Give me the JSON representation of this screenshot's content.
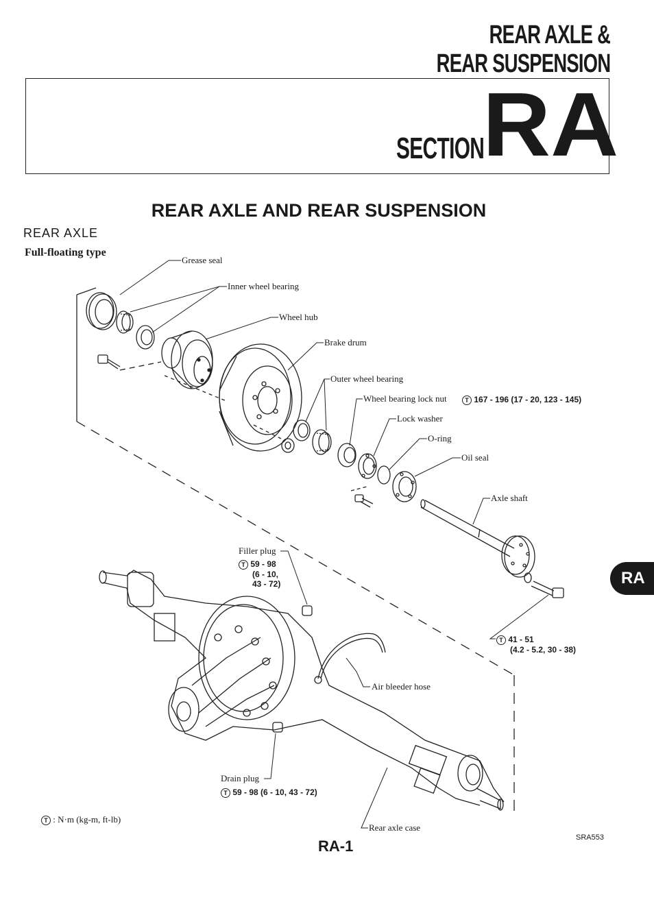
{
  "header": {
    "title_line1": "REAR AXLE &",
    "title_line2": "REAR SUSPENSION",
    "section_word": "SECTION",
    "section_code": "RA"
  },
  "main_title": "REAR AXLE AND REAR SUSPENSION",
  "subheading": "REAR AXLE",
  "subsubheading": "Full-floating type",
  "labels": {
    "grease_seal": "Grease seal",
    "inner_wheel_bearing": "Inner wheel bearing",
    "wheel_hub": "Wheel hub",
    "brake_drum": "Brake drum",
    "outer_wheel_bearing": "Outer wheel bearing",
    "wheel_bearing_lock_nut": "Wheel bearing lock nut",
    "lock_washer": "Lock washer",
    "o_ring": "O-ring",
    "oil_seal": "Oil seal",
    "axle_shaft": "Axle shaft",
    "filler_plug": "Filler plug",
    "air_bleeder_hose": "Air bleeder hose",
    "drain_plug": "Drain plug",
    "rear_axle_case": "Rear axle case"
  },
  "torque_symbol": "T",
  "torques": {
    "lock_nut": "167 - 196 (17 - 20, 123 - 145)",
    "filler_line1": "59 - 98",
    "filler_line2": "(6 - 10,",
    "filler_line3": "43 - 72)",
    "bolt_line1": "41 - 51",
    "bolt_line2": "(4.2 - 5.2, 30 - 38)",
    "drain": "59 - 98 (6 - 10, 43 - 72)"
  },
  "legend": ": N·m (kg-m, ft-lb)",
  "side_tab": "RA",
  "page_number": "RA-1",
  "figure_code": "SRA553"
}
